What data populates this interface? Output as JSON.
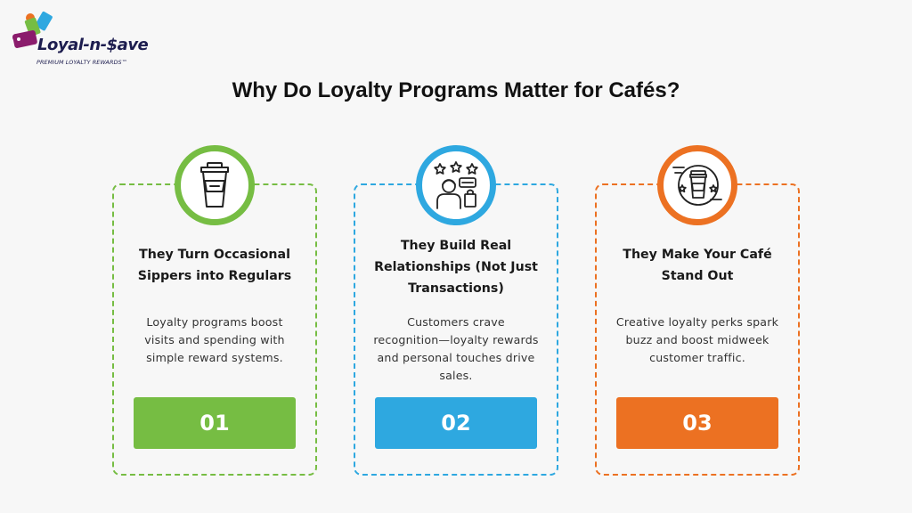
{
  "brand": {
    "name": "Loyal-n-$ave",
    "tagline": "PREMIUM LOYALTY REWARDS™"
  },
  "title": "Why Do Loyalty Programs Matter for Cafés?",
  "colors": {
    "green": "#76bd43",
    "blue": "#2ea8e0",
    "orange": "#ec7122"
  },
  "cards": [
    {
      "icon": "coffee-cup-icon",
      "title": "They Turn Occasional Sippers into Regulars",
      "text": "Loyalty programs boost visits and spending with simple reward systems.",
      "number": "01"
    },
    {
      "icon": "customer-rating-icon",
      "title": "They Build Real Relationships (Not Just Transactions)",
      "text": "Customers crave recognition—loyalty rewards and personal touches drive sales.",
      "number": "02"
    },
    {
      "icon": "star-cup-icon",
      "title": "They Make Your Café Stand Out",
      "text": "Creative loyalty perks spark buzz and boost midweek customer traffic.",
      "number": "03"
    }
  ]
}
